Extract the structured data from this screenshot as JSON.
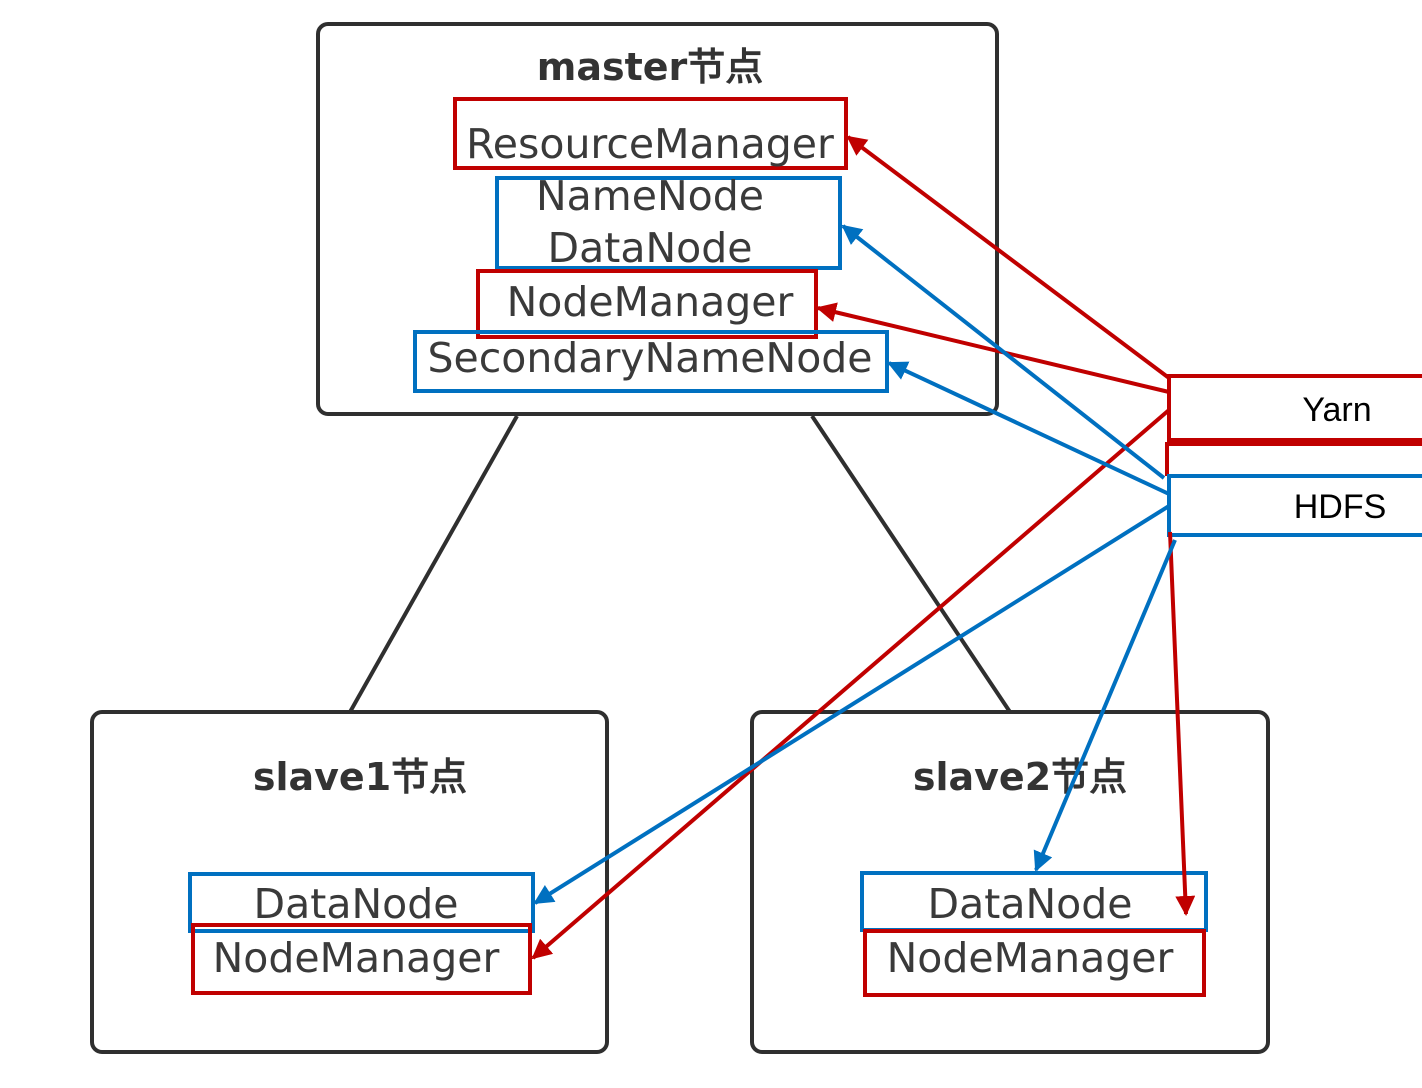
{
  "colors": {
    "yarn": "#c00000",
    "hdfs": "#0070c0",
    "node_border": "#2f2f2f"
  },
  "master": {
    "title": "master节点",
    "processes": {
      "resource_manager": "ResourceManager",
      "name_node": "NameNode",
      "data_node": "DataNode",
      "node_manager": "NodeManager",
      "secondary_name_node": "SecondaryNameNode"
    }
  },
  "slave1": {
    "title": "slave1节点",
    "processes": {
      "data_node": "DataNode",
      "node_manager": "NodeManager"
    }
  },
  "slave2": {
    "title": "slave2节点",
    "processes": {
      "data_node": "DataNode",
      "node_manager": "NodeManager"
    }
  },
  "legend": {
    "yarn": "Yarn",
    "hdfs": "HDFS"
  }
}
